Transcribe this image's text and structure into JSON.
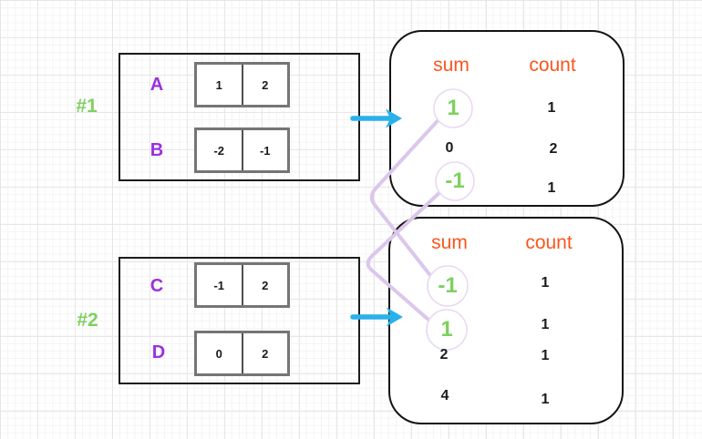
{
  "palette": {
    "purple": "#9b2fe0",
    "green": "#7ed05f",
    "orange": "#fb551c",
    "cyan": "#29b1ea",
    "lavender_line": "#dcc7ec",
    "circle_stroke": "#e9d9f3",
    "box_border": "#1c1c1c",
    "cell_border": "#757575",
    "text_dark": "#1a1a1a"
  },
  "groups": [
    {
      "label": "#1",
      "rows": [
        {
          "label": "A",
          "cells": [
            "1",
            "2"
          ]
        },
        {
          "label": "B",
          "cells": [
            "-2",
            "-1"
          ]
        }
      ],
      "result": {
        "sum_header": "sum",
        "count_header": "count",
        "rows": [
          {
            "sum": "1",
            "count": "1",
            "highlighted": true
          },
          {
            "sum": "0",
            "count": "2",
            "highlighted": false
          },
          {
            "sum": "-1",
            "count": "1",
            "highlighted": true
          }
        ]
      }
    },
    {
      "label": "#2",
      "rows": [
        {
          "label": "C",
          "cells": [
            "-1",
            "2"
          ]
        },
        {
          "label": "D",
          "cells": [
            "0",
            "2"
          ]
        }
      ],
      "result": {
        "sum_header": "sum",
        "count_header": "count",
        "rows": [
          {
            "sum": "-1",
            "count": "1",
            "highlighted": true
          },
          {
            "sum": "1",
            "count": "1",
            "highlighted": true
          },
          {
            "sum": "2",
            "count": "1",
            "highlighted": false
          },
          {
            "sum": "4",
            "count": "1",
            "highlighted": false
          }
        ]
      }
    }
  ],
  "connections": [
    {
      "from": "group1 sum 1",
      "to": "group2 sum -1"
    },
    {
      "from": "group1 sum -1",
      "to": "group2 sum 1"
    }
  ]
}
